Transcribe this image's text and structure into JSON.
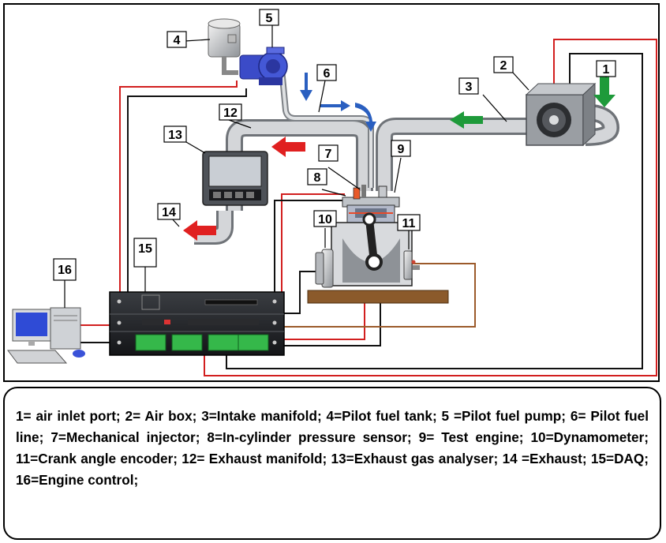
{
  "callouts": [
    "1",
    "2",
    "3",
    "4",
    "5",
    "6",
    "7",
    "8",
    "9",
    "10",
    "11",
    "12",
    "13",
    "14",
    "15",
    "16"
  ],
  "legend": "1= air inlet port; 2= Air box; 3=Intake manifold; 4=Pilot fuel tank; 5 =Pilot fuel pump; 6= Pilot fuel line; 7=Mechanical injector; 8=In-cylinder pressure sensor; 9= Test engine; 10=Dynamometer; 11=Crank angle encoder; 12= Exhaust manifold; 13=Exhaust gas analyser; 14 =Exhaust; 15=DAQ; 16=Engine control;",
  "colors": {
    "red_wire": "#d21f1f",
    "black_wire": "#111111",
    "brown_wire": "#9b5a2a",
    "green_arrow": "#1e9a3a",
    "red_arrow": "#e02020",
    "blue_arrow": "#2a5fc0",
    "pipe": "#b9bcc0",
    "bed": "#8b5a2b"
  }
}
